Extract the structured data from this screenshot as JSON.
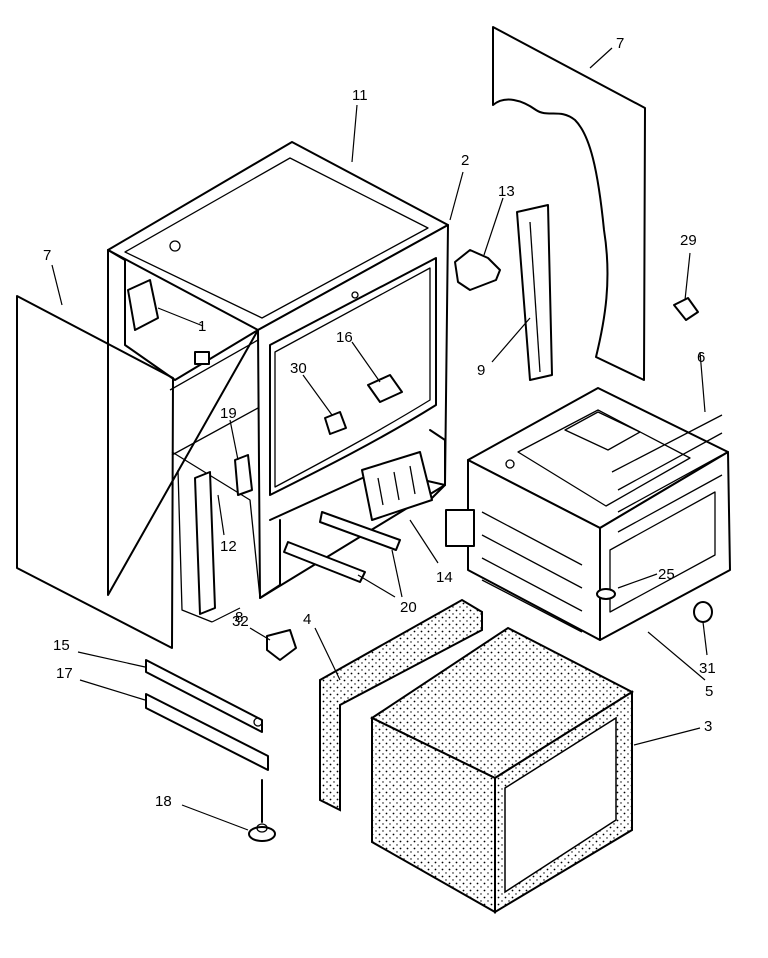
{
  "callouts": {
    "c1": "1",
    "c2": "2",
    "c3": "3",
    "c4": "4",
    "c5": "5",
    "c6": "6",
    "c7a": "7",
    "c7b": "7",
    "c8": "8",
    "c9": "9",
    "c11": "11",
    "c12": "12",
    "c13": "13",
    "c14": "14",
    "c15": "15",
    "c16": "16",
    "c17": "17",
    "c18": "18",
    "c19": "19",
    "c20": "20",
    "c25": "25",
    "c29": "29",
    "c30": "30",
    "c31": "31",
    "c32": "32"
  }
}
